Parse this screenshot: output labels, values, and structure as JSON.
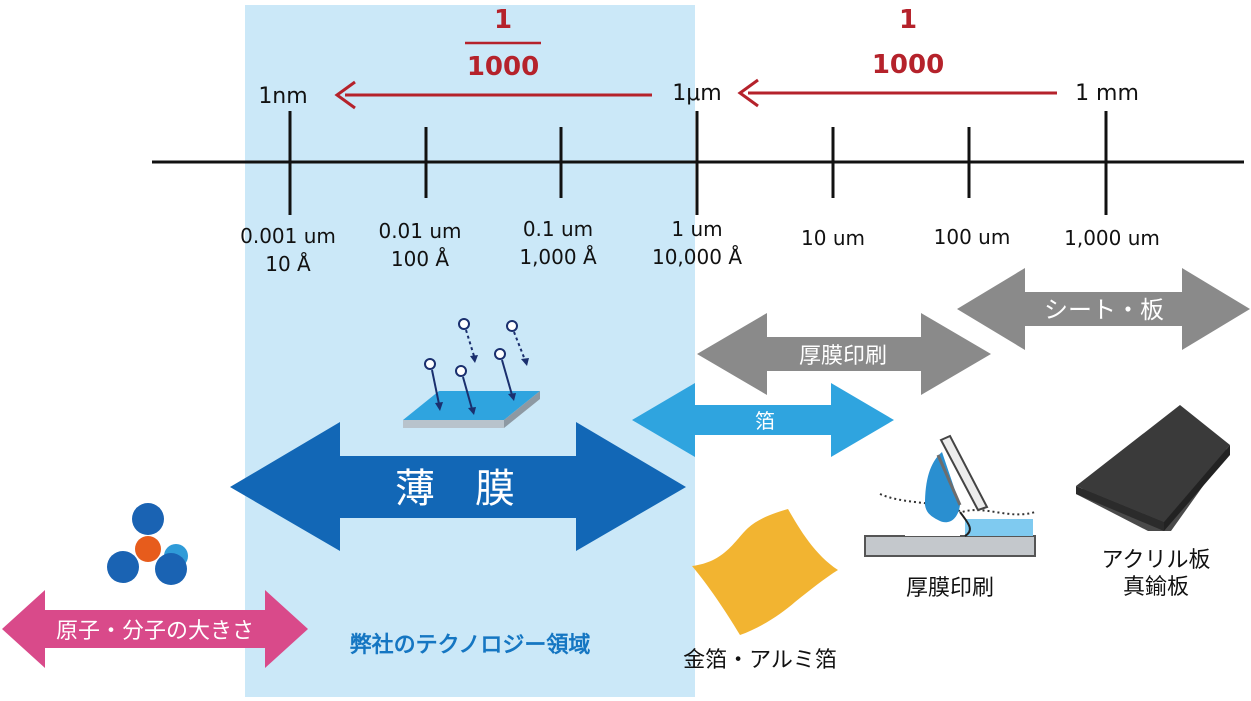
{
  "colors": {
    "highlight": "#cbe8f8",
    "red": "#b5222b",
    "film_blue": "#1267b6",
    "foil_blue": "#2fa4df",
    "gray_arrow": "#8a8a8a",
    "pink": "#d94a8a",
    "gold": "#f2b431",
    "region_label": "#1576c2",
    "atom_blue": "#1a63b3",
    "atom_orange": "#e75c1c",
    "plate_dark": "#3a3a3a"
  },
  "units": {
    "nm": "1nm",
    "um": "1μm",
    "mm": "1 mm"
  },
  "ratios": [
    {
      "numerator": "1",
      "denominator": "1000"
    },
    {
      "numerator": "1",
      "denominator": "1000"
    }
  ],
  "ticks": [
    {
      "line1": "0.001 um",
      "line2": "10 Å"
    },
    {
      "line1": "0.01 um",
      "line2": "100 Å"
    },
    {
      "line1": "0.1 um",
      "line2": "1,000 Å"
    },
    {
      "line1": "1 um",
      "line2": "10,000 Å"
    },
    {
      "line1": "10 um",
      "line2": ""
    },
    {
      "line1": "100 um",
      "line2": ""
    },
    {
      "line1": "1,000 um",
      "line2": ""
    }
  ],
  "ranges": {
    "thin_film": "薄　膜",
    "foil": "箔",
    "thick_print": "厚膜印刷",
    "sheet_plate": "シート・板",
    "atom": "原子・分子の大きさ"
  },
  "labels": {
    "region": "弊社のテクノロジー領域",
    "gold_foil": "金箔・アルミ箔",
    "thick_print_item": "厚膜印刷",
    "plate_line1": "アクリル板",
    "plate_line2": "真鍮板"
  },
  "icons": {
    "deposition": "thin-film-deposition-icon",
    "molecule": "molecule-icon",
    "foil": "gold-foil-icon",
    "printing": "screen-printing-icon",
    "plate": "plate-icon"
  }
}
